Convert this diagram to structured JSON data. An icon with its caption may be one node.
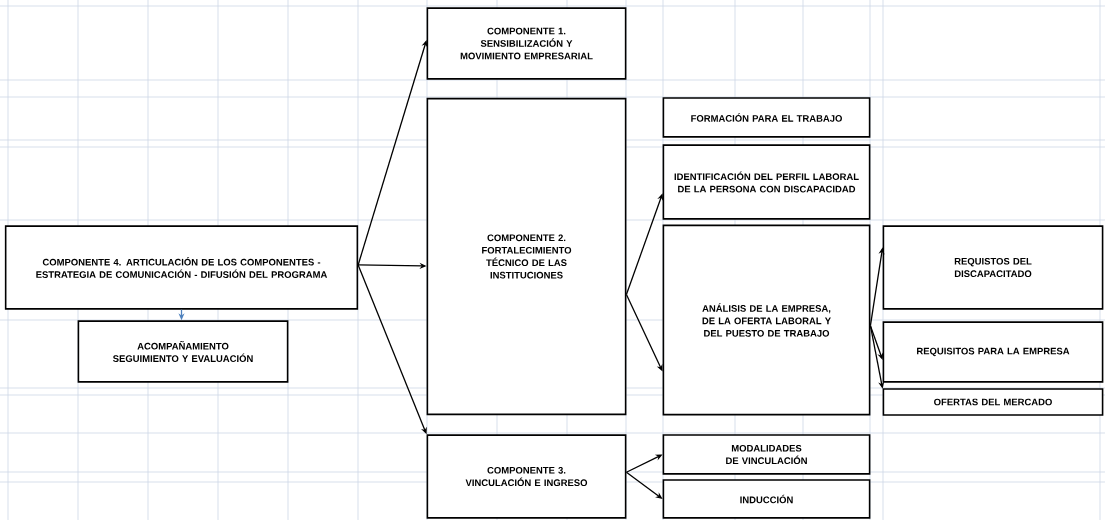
{
  "diagram": {
    "nodes": [
      {
        "text": [
          "COMPONENTE  4. ARTICULACIÓN DE LOS COMPONENTES - ESTRATEGIA  DE COMUNICACIÓN - DIFUSIÓN DEL PROGRAMA"
        ]
      },
      {
        "text": [
          "ACOMPAÑAMIENTO SEGUIMIENTO Y EVALUACIÓN"
        ]
      },
      {
        "text": [
          "COMPONENTE 1. SENSIBILIZACIÓN Y MOVIMIENTO EMPRESARIAL"
        ]
      },
      {
        "text": [
          "COMPONENTE 2. FORTALECIMIENTO TÉCNICO DE LAS INSTITUCIONES"
        ]
      },
      {
        "text": [
          "FORMACIÓN PARA EL TRABAJO"
        ]
      },
      {
        "text": [
          "IDENTIFICACIÓN DEL PERFIL LABORAL DE LA PERSONA CON DISCAPACIDAD"
        ]
      },
      {
        "text": [
          "ANÁLISIS DE LA EMPRESA, DE LA OFERTA LABORAL Y DEL PUESTO DE TRABAJO"
        ]
      },
      {
        "text": [
          "REQUISTOS DEL DISCAPACITADO"
        ]
      },
      {
        "text": [
          "REQUISITOS PARA LA EMPRESA"
        ]
      },
      {
        "text": [
          "OFERTAS DEL MERCADO"
        ]
      },
      {
        "text": [
          "COMPONENTE  3. VINCULACIÓN E INGRESO"
        ]
      },
      {
        "text": [
          "MODALIDADES DE VINCULACIÓN"
        ]
      },
      {
        "text": [
          "INDUCCIÓN"
        ]
      }
    ],
    "edges": [
      {
        "from": 0,
        "to": 2,
        "arrow": "to"
      },
      {
        "from": 0,
        "to": 3,
        "arrow": "to"
      },
      {
        "from": 0,
        "to": 10,
        "arrow": "to"
      },
      {
        "from": 0,
        "to": 1,
        "arrow": "to",
        "color": "#4f81bd"
      },
      {
        "from": 3,
        "to": 5,
        "arrow": "to"
      },
      {
        "from": 3,
        "to": 6,
        "arrow": "to"
      },
      {
        "from": 6,
        "to": 7,
        "arrow": "to"
      },
      {
        "from": 6,
        "to": 8,
        "arrow": "to"
      },
      {
        "from": 6,
        "to": 9,
        "arrow": "to"
      },
      {
        "from": 10,
        "to": 11,
        "arrow": "to"
      },
      {
        "from": 10,
        "to": 12,
        "arrow": "to"
      }
    ]
  }
}
